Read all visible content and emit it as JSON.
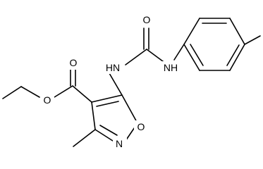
{
  "diagram": {
    "type": "chemical-structure",
    "atoms": {
      "o_carbonyl_urea": "O",
      "nh_left": "HN",
      "nh_right": "NH",
      "o_ester_carbonyl": "O",
      "o_ester_ether": "O",
      "o_ring": "O",
      "n_ring": "N"
    },
    "colors": {
      "bond": "#000000",
      "text": "#000000",
      "background": "#ffffff"
    }
  }
}
